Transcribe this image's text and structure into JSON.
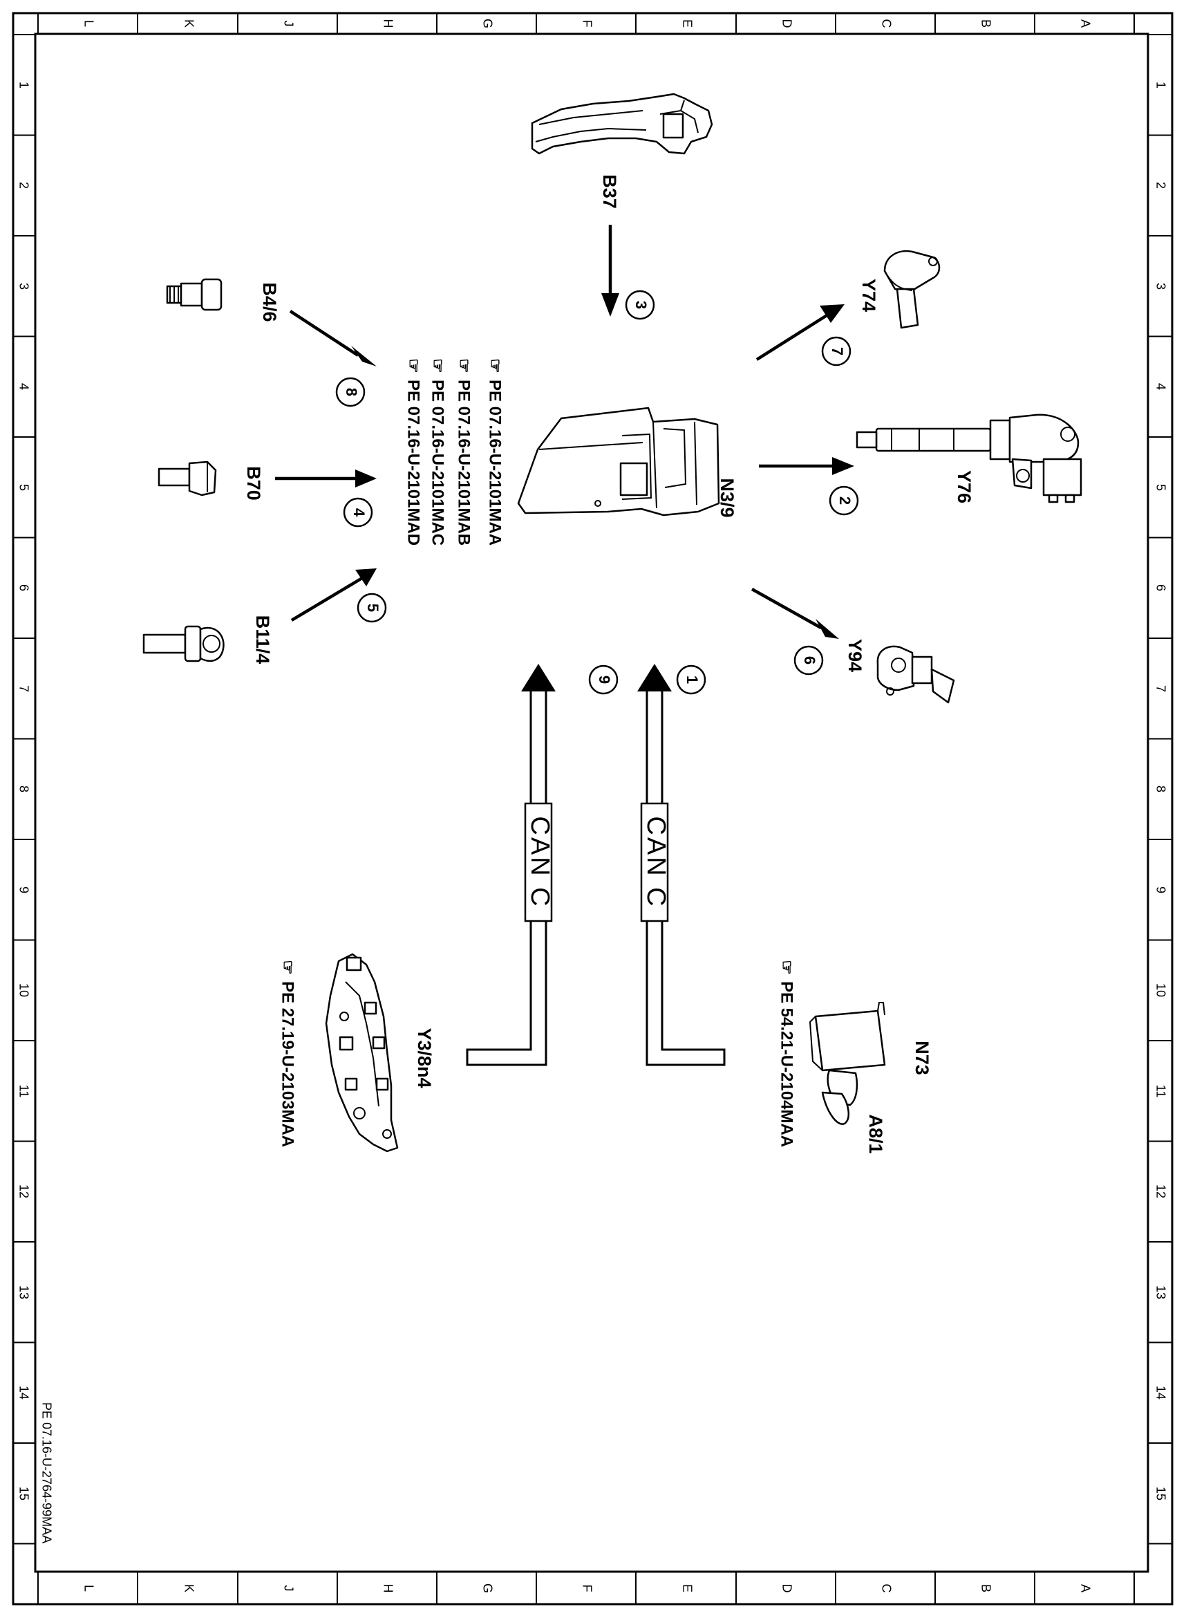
{
  "grid": {
    "columns": [
      "L",
      "K",
      "J",
      "H",
      "G",
      "F",
      "E",
      "D",
      "C",
      "B",
      "A"
    ],
    "rows": [
      "1",
      "2",
      "3",
      "4",
      "5",
      "6",
      "7",
      "8",
      "9",
      "10",
      "11",
      "12",
      "13",
      "14",
      "15"
    ]
  },
  "components": {
    "b37": "B37",
    "n3_9": "N3/9",
    "b4_6": "B4/6",
    "b70": "B70",
    "b11_4": "B11/4",
    "y74": "Y74",
    "y76": "Y76",
    "y94": "Y94",
    "y3_8n4": "Y3/8n4",
    "n73": "N73",
    "a8_1": "A8/1"
  },
  "connections": [
    "1",
    "2",
    "3",
    "4",
    "5",
    "6",
    "7",
    "8",
    "9"
  ],
  "references": {
    "n3_9": [
      "PE  07.16-U-2101MAA",
      "PE  07.16-U-2101MAB",
      "PE  07.16-U-2101MAC",
      "PE  07.16-U-2101MAD"
    ],
    "y3_8n4": "PE  27.19-U-2103MAA",
    "n73": "PE  54.21-U-2104MAA"
  },
  "bus_labels": [
    "CAN C",
    "CAN C"
  ],
  "footer": "PE 07.16-U-2764-99MAA"
}
